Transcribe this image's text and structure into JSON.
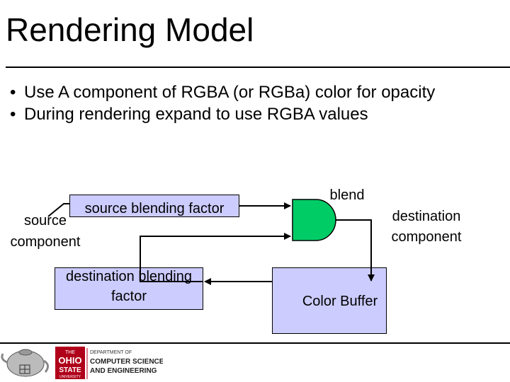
{
  "slide": {
    "title": "Rendering Model",
    "bullets": [
      "Use A component of RGBA (or RGBa) color for opacity",
      "During rendering expand to use RGBA values"
    ]
  },
  "diagram": {
    "source_blending_factor": "source blending factor",
    "source_line1": "source",
    "source_line2": "component",
    "dest_blending_line1": "destination blending",
    "dest_blending_line2": "factor",
    "blend": "blend",
    "dest_component_line1": "destination",
    "dest_component_line2": "component",
    "color_buffer": "Color Buffer",
    "box_color": "#ccccff"
  },
  "footer": {
    "logo_line1": "DEPARTMENT OF",
    "logo_line2": "COMPUTER SCIENCE",
    "logo_line3": "AND ENGINEERING",
    "seal_top": "THE",
    "seal_mid": "OHIO",
    "seal_bot": "STATE",
    "seal_small": "UNIVERSITY"
  }
}
